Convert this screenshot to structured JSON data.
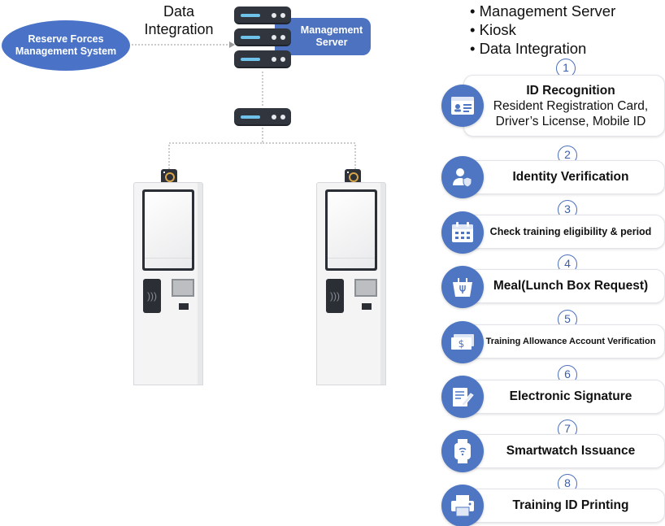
{
  "diagram": {
    "rfms_label": "Reserve Forces Management System",
    "data_integration_label": "Data Integration",
    "management_server_label": "Management Server"
  },
  "legend": {
    "items": [
      "Management Server",
      "Kiosk",
      "Data Integration"
    ]
  },
  "steps": [
    {
      "number": "1",
      "title": "ID Recognition",
      "subtitle": "Resident Registration Card, Driver’s License, Mobile ID",
      "icon": "id-card-icon"
    },
    {
      "number": "2",
      "title": "Identity Verification",
      "subtitle": "",
      "icon": "user-shield-icon"
    },
    {
      "number": "3",
      "title": "Check training eligibility & period",
      "subtitle": "",
      "icon": "calendar-icon"
    },
    {
      "number": "4",
      "title": "Meal(Lunch Box Request)",
      "subtitle": "",
      "icon": "lunch-box-icon"
    },
    {
      "number": "5",
      "title": "Training Allowance Account Verification",
      "subtitle": "",
      "icon": "money-icon"
    },
    {
      "number": "6",
      "title": "Electronic Signature",
      "subtitle": "",
      "icon": "signature-icon"
    },
    {
      "number": "7",
      "title": "Smartwatch Issuance",
      "subtitle": "",
      "icon": "smartwatch-icon"
    },
    {
      "number": "8",
      "title": "Training ID Printing",
      "subtitle": "",
      "icon": "printer-icon"
    }
  ],
  "colors": {
    "accent_blue": "#4e76c2",
    "server_dark": "#31363e",
    "server_light": "#6fc3ea"
  }
}
